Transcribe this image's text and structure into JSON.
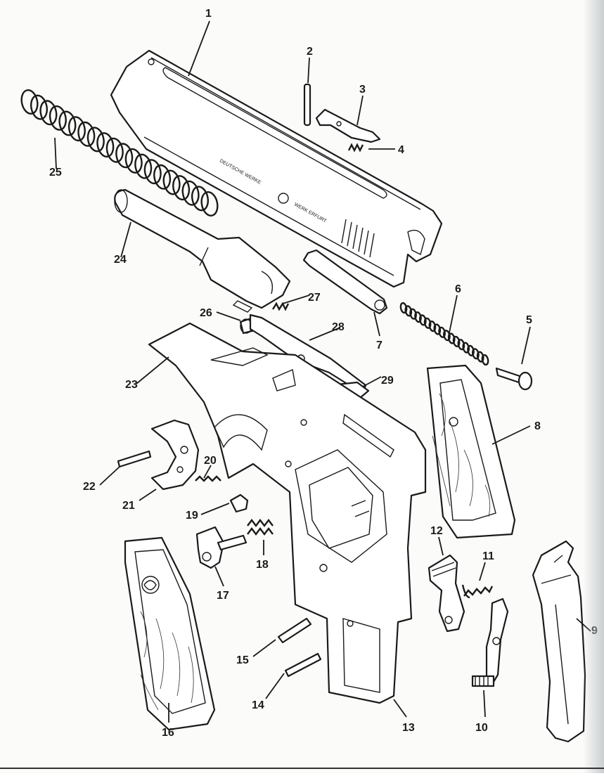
{
  "figure": {
    "slide_engraving": [
      "DEUTSCHE WERKE",
      "WERK ERFURT"
    ],
    "callouts": [
      "1",
      "2",
      "3",
      "4",
      "5",
      "6",
      "7",
      "8",
      "9",
      "10",
      "11",
      "12",
      "13",
      "14",
      "15",
      "16",
      "17",
      "18",
      "19",
      "20",
      "21",
      "22",
      "23",
      "24",
      "25",
      "26",
      "27",
      "28",
      "29"
    ]
  }
}
